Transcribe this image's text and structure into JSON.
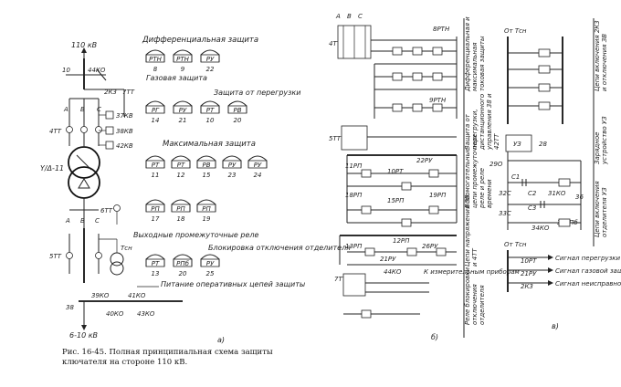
{
  "panel_a": {
    "source_voltage": "110 кВ",
    "bus_voltage": "6-10 кВ",
    "transformer_connection": "Y/Δ-11",
    "panel_letter": "а)",
    "phases": [
      "A",
      "B",
      "C"
    ],
    "labels": {
      "ko44": "44КО",
      "k10": "10",
      "k2k3": "2К3",
      "k7tt": "7ТТ",
      "k37": "37КВ",
      "k38": "38КВ",
      "k42": "42КВ",
      "k4tt": "4ТТ",
      "k6tt": "6ТТ",
      "k5tt": "5ТТ",
      "tsn": "Тсн",
      "k38b": "38",
      "k39": "39КО",
      "k40": "40КО",
      "k41": "41КО",
      "k43": "43КО"
    },
    "groups": {
      "diff_title": "Дифференциальная защита",
      "gas_title": "Газовая защита",
      "overload_title": "Защита от перегрузки",
      "max_title": "Максимальная защита",
      "interm_title": "Выходные промежуточные реле",
      "block_title": "Блокировка отключения отделителя",
      "supply_title": "Питание оперативных цепей защиты"
    },
    "relays_row1": [
      {
        "code": "РТН",
        "num": "8"
      },
      {
        "code": "РТН",
        "num": "9"
      },
      {
        "code": "РУ",
        "num": "22"
      }
    ],
    "relays_row2": [
      {
        "code": "РГ",
        "num": "14"
      },
      {
        "code": "РУ",
        "num": "21"
      },
      {
        "code": "РТ",
        "num": "10"
      },
      {
        "code": "РВ",
        "num": "20"
      }
    ],
    "relays_row3": [
      {
        "code": "РТ",
        "num": "11"
      },
      {
        "code": "РТ",
        "num": "12"
      },
      {
        "code": "РВ",
        "num": "15"
      },
      {
        "code": "РУ",
        "num": "23"
      },
      {
        "code": "РУ",
        "num": "24"
      }
    ],
    "relays_row4": [
      {
        "code": "РП",
        "num": "17"
      },
      {
        "code": "РП",
        "num": "18"
      },
      {
        "code": "РП",
        "num": "19"
      }
    ],
    "relays_row5": [
      {
        "code": "РТ",
        "num": "13"
      },
      {
        "code": "РПб",
        "num": "20"
      },
      {
        "code": "РУ",
        "num": "25"
      }
    ]
  },
  "panel_b": {
    "letter": "б)",
    "phases": [
      "A",
      "B",
      "C"
    ],
    "labels": {
      "tt4": "4ТТ",
      "tt5": "5ТТ",
      "tt7": "7ТТ",
      "rp8": "8РТН",
      "rp9": "9РТН",
      "rp10": "10РТ",
      "rp11": "11РП",
      "rp12": "12РП",
      "rp13": "13РП",
      "rp15": "15РП",
      "rp18": "18РП",
      "rp19": "19РП",
      "rp21": "21РУ",
      "rp22": "22РУ",
      "rp26": "26РУ",
      "ko44": "44КО",
      "to_instr": "К измерительным приборам"
    },
    "side_labels": [
      "Дифференциальная и максимальная токовая защиты",
      "Защита от перегрузки, дистанционного управления 38 и 42ТТ",
      "Вспомогательные цепи промежуточных реле и реле времени",
      "Цепи напряжения ЗВ и 4ТТ",
      "Реле блокировки отключения отделителя"
    ]
  },
  "panel_c": {
    "letter": "в)",
    "labels": {
      "from_tsn": "От Тсн",
      "from_tsn2": "От Тсн",
      "uz": "УЗ",
      "ko29": "29О",
      "ko28": "28",
      "kc1": "С1",
      "kc2": "С2",
      "kc3": "С3",
      "ko31": "31КО",
      "ko32": "32С",
      "ko33": "33С",
      "ko34": "34КО",
      "ko35": "35РПб",
      "ko36": "36",
      "rp10b": "10РТ",
      "rp21b": "21РУ",
      "k2k3b": "2К3"
    },
    "signals": [
      "Сигнал перегрузки",
      "Сигнал газовой защиты",
      "Сигнал неисправности УЗ"
    ],
    "side_labels": [
      "Цепи включения 2К3 и отключения ЗВ",
      "Зарядное устройство УЗ",
      "Цепи включения отделителя УЗ"
    ]
  },
  "caption": "Рис. 16-45. Полная принципиальная схема защиты ключателя на стороне 110 кВ."
}
